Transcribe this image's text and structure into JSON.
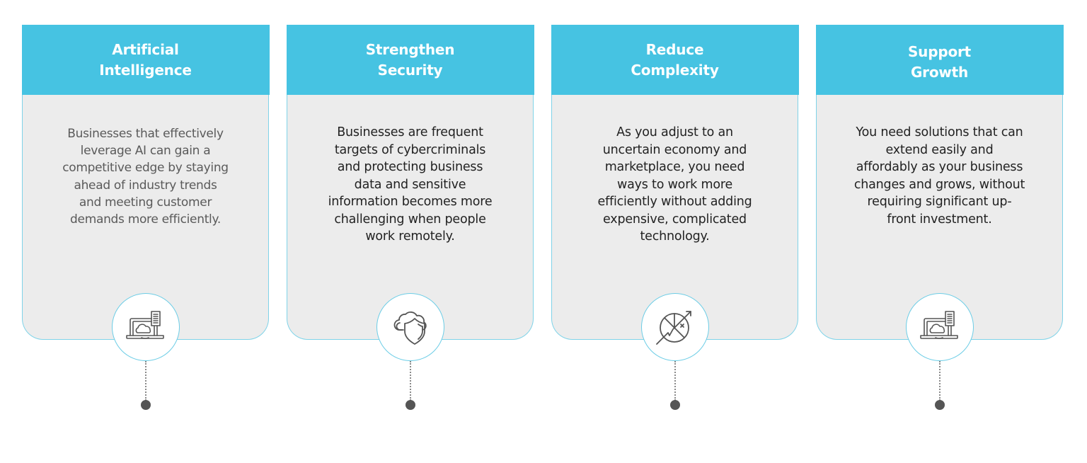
{
  "colors": {
    "header_bg": "#46C3E2",
    "card_bg": "#ECECEC",
    "card_border": "#7FD3E8",
    "circle_border": "#6CCDE6",
    "dot": "#555555"
  },
  "cards": [
    {
      "title": [
        "Artificial",
        "Intelligence"
      ],
      "body": [
        "Businesses that effectively",
        "leverage AI can gain a",
        "competitive edge by staying",
        "ahead of industry trends",
        "and meeting customer",
        "demands more efficiently."
      ],
      "icon": "laptop-cloud-server-icon"
    },
    {
      "title": [
        "Strengthen",
        "Security"
      ],
      "body": [
        "Businesses are frequent",
        "targets of cybercriminals",
        "and protecting business",
        "data and sensitive",
        "information becomes more",
        "challenging when people",
        "work remotely."
      ],
      "icon": "cloud-shield-icon"
    },
    {
      "title": [
        "Reduce",
        "Complexity"
      ],
      "body": [
        "As you adjust to an",
        "uncertain economy and",
        "marketplace, you need",
        "ways to work more",
        "efficiently without adding",
        "expensive, complicated",
        "technology."
      ],
      "icon": "pie-chart-growth-icon"
    },
    {
      "title": [
        "Support",
        "Growth"
      ],
      "body": [
        "You need solutions that can",
        "extend easily and",
        "affordably as your business",
        "changes and grows, without",
        "requiring significant up-",
        "front investment."
      ],
      "icon": "laptop-cloud-server-icon"
    }
  ]
}
